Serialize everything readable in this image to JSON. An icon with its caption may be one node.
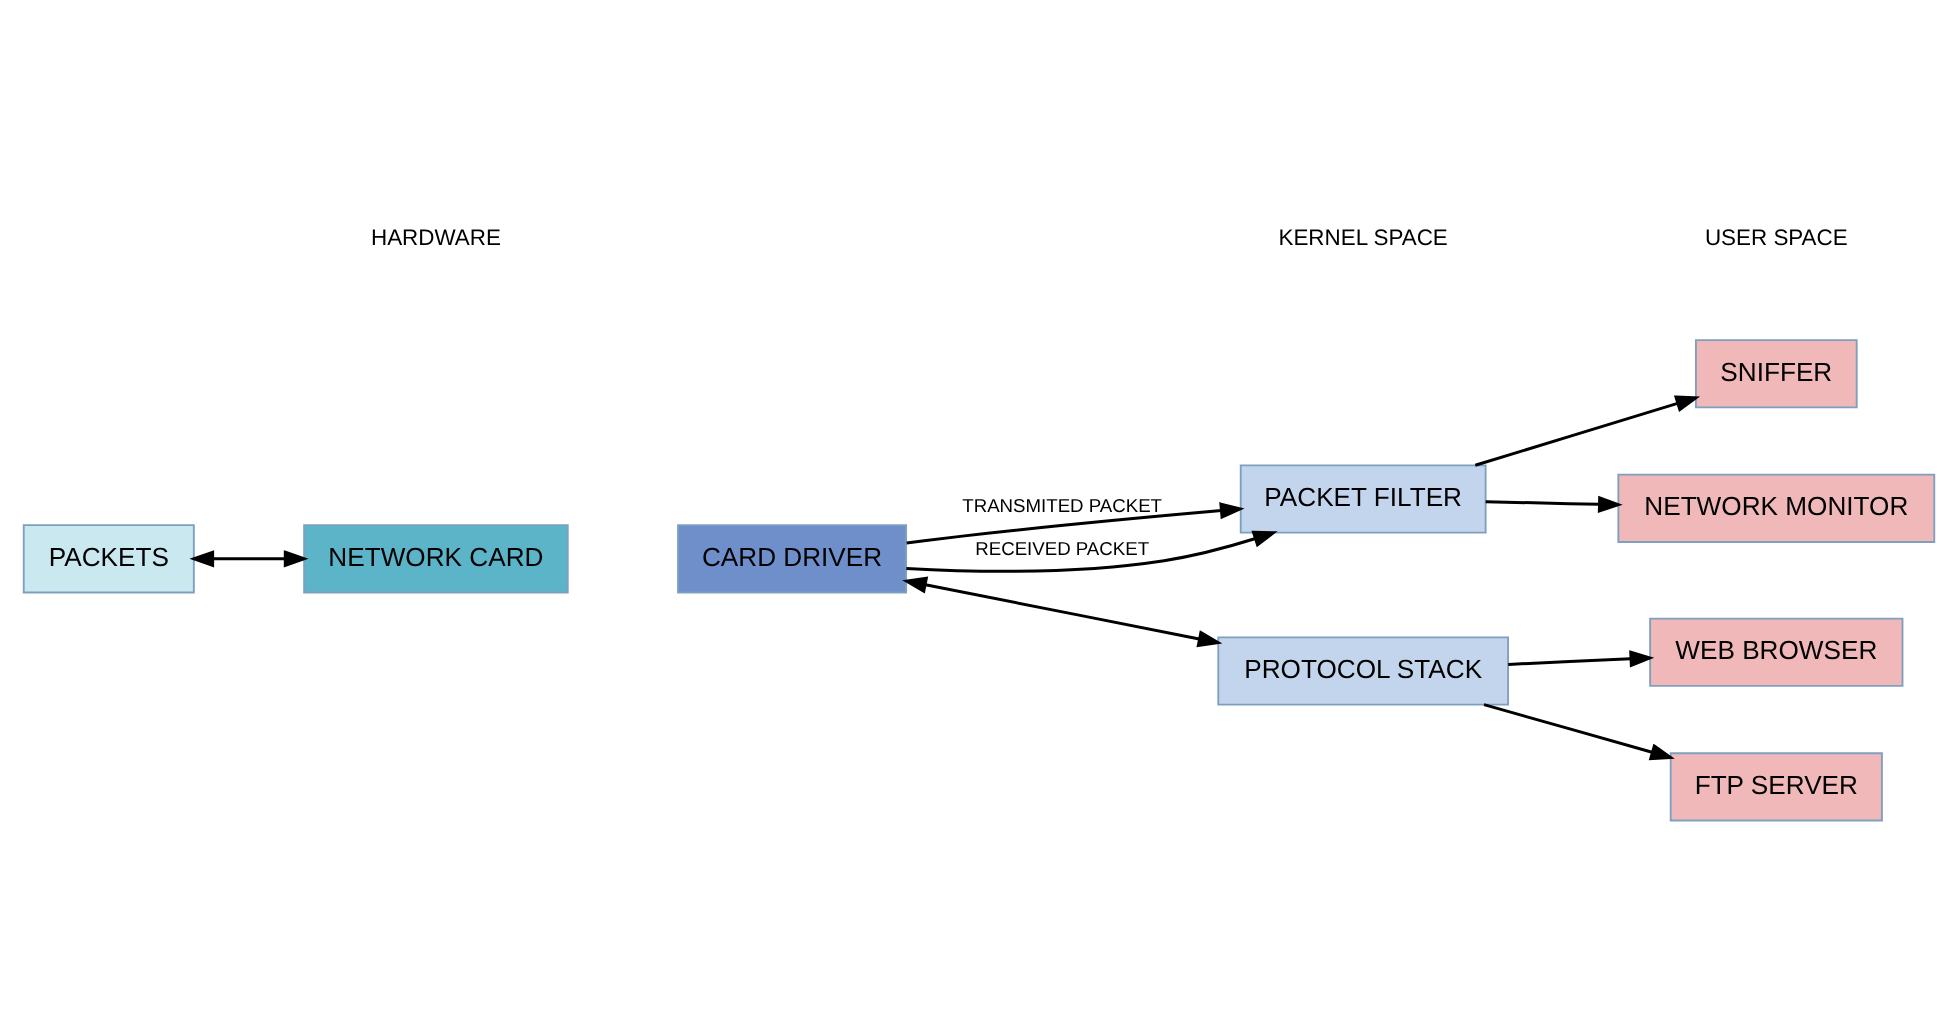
{
  "diagram": {
    "nodes": [
      {
        "text": [
          "PACKETS"
        ]
      },
      {
        "text": [
          "NETWORK CARD"
        ]
      },
      {
        "text": [
          "CARD DRIVER"
        ]
      },
      {
        "text": [
          "PACKET FILTER"
        ]
      },
      {
        "text": [
          "PROTOCOL STACK"
        ]
      },
      {
        "text": [
          "SNIFFER"
        ]
      },
      {
        "text": [
          "NETWORK MONITOR"
        ]
      },
      {
        "text": [
          "WEB BROWSER"
        ]
      },
      {
        "text": [
          "FTP SERVER"
        ]
      }
    ],
    "edges": [
      {
        "from": 0,
        "to": 1,
        "arrow": "both"
      },
      {
        "from": 2,
        "to": 3,
        "arrow": "to",
        "label": "TRANSMITED PACKET"
      },
      {
        "from": 2,
        "to": 3,
        "arrow": "to",
        "label": "RECEIVED PACKET"
      },
      {
        "from": 2,
        "to": 4,
        "arrow": "both"
      },
      {
        "from": 3,
        "to": 5,
        "arrow": "to"
      },
      {
        "from": 3,
        "to": 6,
        "arrow": "to"
      },
      {
        "from": 4,
        "to": 7,
        "arrow": "to"
      },
      {
        "from": 4,
        "to": 8,
        "arrow": "to"
      }
    ],
    "labels": [
      "HARDWARE",
      "KERNEL SPACE",
      "USER SPACE"
    ]
  }
}
